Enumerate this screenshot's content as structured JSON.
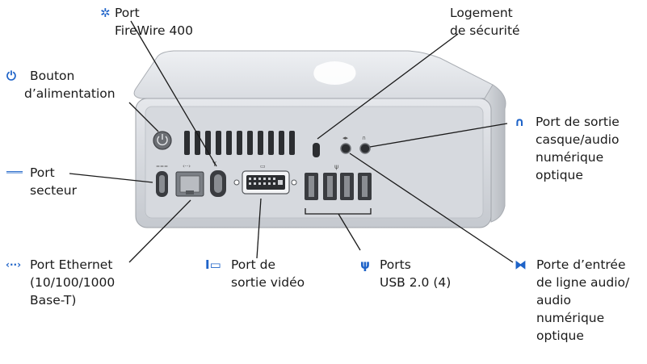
{
  "labels": {
    "firewire": [
      "Port",
      "FireWire 400"
    ],
    "security": [
      "Logement",
      "de sécurité"
    ],
    "power": [
      "Bouton",
      "d’alimentation"
    ],
    "headphone": [
      "Port de sortie",
      "casque/audio",
      "numérique",
      "optique"
    ],
    "dc_in": [
      "Port",
      "secteur"
    ],
    "ethernet": [
      "Port Ethernet",
      "(10/100/1000",
      "Base-T)"
    ],
    "video": [
      "Port de",
      "sortie vidéo"
    ],
    "usb": [
      "Ports",
      "USB 2.0 (4)"
    ],
    "audio_in": [
      "Porte d’entrée",
      "de ligne audio/",
      "audio",
      "numérique",
      "optique"
    ]
  },
  "icons": {
    "firewire": "firewire-icon",
    "power": "power-icon",
    "headphone": "headphone-icon",
    "dc_in": "dc-power-icon",
    "ethernet": "ethernet-icon",
    "video": "video-out-icon",
    "usb": "usb-icon",
    "audio_in": "audio-in-icon"
  },
  "colors": {
    "accent": "#1e63c8",
    "text": "#1a1a1a",
    "line": "#1a1a1a"
  }
}
